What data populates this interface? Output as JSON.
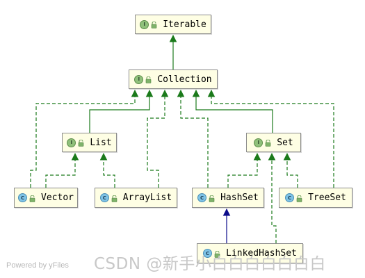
{
  "nodes": [
    {
      "id": "iterable",
      "label": "Iterable",
      "kind": "interface",
      "badge": "I"
    },
    {
      "id": "collection",
      "label": "Collection",
      "kind": "interface",
      "badge": "I"
    },
    {
      "id": "list",
      "label": "List",
      "kind": "interface",
      "badge": "I"
    },
    {
      "id": "set",
      "label": "Set",
      "kind": "interface",
      "badge": "I"
    },
    {
      "id": "vector",
      "label": "Vector",
      "kind": "class",
      "badge": "C"
    },
    {
      "id": "arraylist",
      "label": "ArrayList",
      "kind": "class",
      "badge": "C"
    },
    {
      "id": "hashset",
      "label": "HashSet",
      "kind": "class",
      "badge": "C"
    },
    {
      "id": "treeset",
      "label": "TreeSet",
      "kind": "class",
      "badge": "C"
    },
    {
      "id": "linkedhashset",
      "label": "LinkedHashSet",
      "kind": "class",
      "badge": "C"
    }
  ],
  "edges": [
    {
      "from": "collection",
      "to": "iterable",
      "type": "extends"
    },
    {
      "from": "list",
      "to": "collection",
      "type": "extends"
    },
    {
      "from": "set",
      "to": "collection",
      "type": "extends"
    },
    {
      "from": "vector",
      "to": "list",
      "type": "implements"
    },
    {
      "from": "arraylist",
      "to": "list",
      "type": "implements"
    },
    {
      "from": "hashset",
      "to": "set",
      "type": "implements"
    },
    {
      "from": "treeset",
      "to": "set",
      "type": "implements"
    },
    {
      "from": "linkedhashset",
      "to": "set",
      "type": "implements"
    },
    {
      "from": "linkedhashset",
      "to": "hashset",
      "type": "inherits"
    },
    {
      "from": "vector",
      "to": "collection",
      "type": "implements"
    },
    {
      "from": "arraylist",
      "to": "collection",
      "type": "implements"
    },
    {
      "from": "hashset",
      "to": "collection",
      "type": "implements"
    },
    {
      "from": "treeset",
      "to": "collection",
      "type": "implements"
    }
  ],
  "colors": {
    "realization": "#1b7a1b",
    "inheritance": "#0b0b8a",
    "node_fill": "#fefee4",
    "node_border": "#8c8c8c"
  },
  "footer": {
    "powered_by": "Powered by yFiles",
    "watermark": "CSDN @新手小白白白白白白白"
  }
}
